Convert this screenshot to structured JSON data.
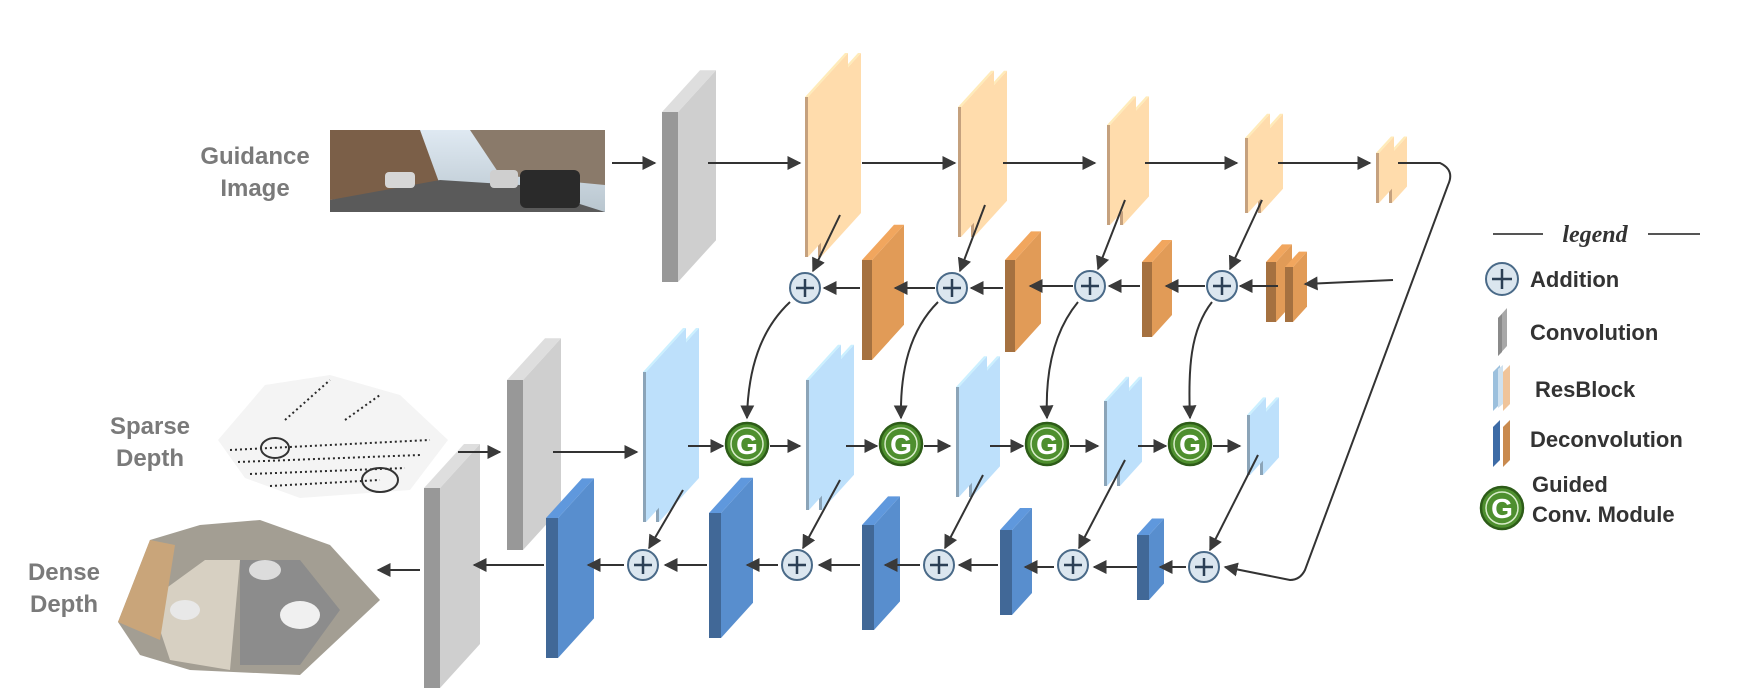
{
  "labels": {
    "guidance_image": [
      "Guidance",
      "Image"
    ],
    "sparse_depth": [
      "Sparse",
      "Depth"
    ],
    "dense_depth": [
      "Dense",
      "Depth"
    ]
  },
  "legend": {
    "title": "legend",
    "addition": "Addition",
    "convolution": "Convolution",
    "resblock": "ResBlock",
    "deconvolution": "Deconvolution",
    "guided_line1": "Guided",
    "guided_line2": "Conv. Module"
  },
  "guided_letter": "G",
  "colors": {
    "conv": "#b9b9b9",
    "resblock_orange": "#f0c49a",
    "deconv_orange": "#c98a4e",
    "resblock_blue": "#a9c8e0",
    "deconv_blue": "#4f7fb8",
    "guided_green": "#4e8f2e",
    "addition_fill": "#dbe6ef",
    "arrow": "#333333"
  },
  "icons": [
    "addition-icon",
    "convolution-icon",
    "resblock-icon",
    "deconvolution-icon",
    "guided-conv-icon"
  ]
}
